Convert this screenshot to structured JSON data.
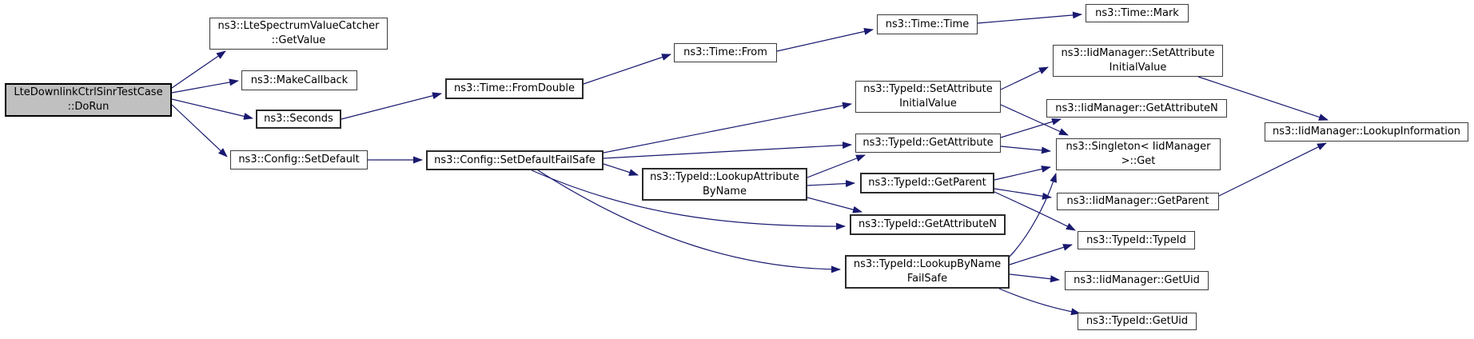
{
  "colors": {
    "edge": "#191970",
    "node_border": "#3c3c3c",
    "node_fill": "#ffffff",
    "highlight_fill": "#c0c0c0",
    "text": "#000000"
  },
  "nodes": {
    "do_run": {
      "label": "LteDownlinkCtrlSinrTestCase\n::DoRun"
    },
    "get_value": {
      "label": "ns3::LteSpectrumValueCatcher\n::GetValue"
    },
    "make_callback": {
      "label": "ns3::MakeCallback"
    },
    "seconds": {
      "label": "ns3::Seconds"
    },
    "set_default": {
      "label": "ns3::Config::SetDefault"
    },
    "set_default_fail_safe": {
      "label": "ns3::Config::SetDefaultFailSafe"
    },
    "from_double": {
      "label": "ns3::Time::FromDouble"
    },
    "time_from": {
      "label": "ns3::Time::From"
    },
    "time_time": {
      "label": "ns3::Time::Time"
    },
    "time_mark": {
      "label": "ns3::Time::Mark"
    },
    "iid_set_attribute_initial_value": {
      "label": "ns3::IidManager::SetAttribute\nInitialValue"
    },
    "typeid_set_attribute_initial_value": {
      "label": "ns3::TypeId::SetAttribute\nInitialValue"
    },
    "iid_get_attribute_n": {
      "label": "ns3::IidManager::GetAttributeN"
    },
    "typeid_get_attribute": {
      "label": "ns3::TypeId::GetAttribute"
    },
    "singleton_get": {
      "label": "ns3::Singleton< IidManager\n>::Get"
    },
    "typeid_get_parent": {
      "label": "ns3::TypeId::GetParent"
    },
    "iid_get_parent": {
      "label": "ns3::IidManager::GetParent"
    },
    "lookup_attribute_by_name": {
      "label": "ns3::TypeId::LookupAttribute\nByName"
    },
    "typeid_get_attribute_n": {
      "label": "ns3::TypeId::GetAttributeN"
    },
    "lookup_by_name_fail_safe": {
      "label": "ns3::TypeId::LookupByName\nFailSafe"
    },
    "typeid_typeid": {
      "label": "ns3::TypeId::TypeId"
    },
    "iid_get_uid": {
      "label": "ns3::IidManager::GetUid"
    },
    "typeid_get_uid": {
      "label": "ns3::TypeId::GetUid"
    },
    "lookup_information": {
      "label": "ns3::IidManager::LookupInformation"
    }
  },
  "edges": [
    {
      "from": "do_run",
      "to": "get_value"
    },
    {
      "from": "do_run",
      "to": "make_callback"
    },
    {
      "from": "do_run",
      "to": "seconds"
    },
    {
      "from": "do_run",
      "to": "set_default"
    },
    {
      "from": "seconds",
      "to": "from_double"
    },
    {
      "from": "from_double",
      "to": "time_from"
    },
    {
      "from": "time_from",
      "to": "time_time"
    },
    {
      "from": "time_time",
      "to": "time_mark"
    },
    {
      "from": "set_default",
      "to": "set_default_fail_safe"
    },
    {
      "from": "set_default_fail_safe",
      "to": "typeid_set_attribute_initial_value"
    },
    {
      "from": "set_default_fail_safe",
      "to": "typeid_get_attribute"
    },
    {
      "from": "set_default_fail_safe",
      "to": "lookup_attribute_by_name"
    },
    {
      "from": "set_default_fail_safe",
      "to": "typeid_get_attribute_n"
    },
    {
      "from": "set_default_fail_safe",
      "to": "lookup_by_name_fail_safe"
    },
    {
      "from": "typeid_set_attribute_initial_value",
      "to": "iid_set_attribute_initial_value"
    },
    {
      "from": "typeid_set_attribute_initial_value",
      "to": "singleton_get"
    },
    {
      "from": "iid_set_attribute_initial_value",
      "to": "lookup_information"
    },
    {
      "from": "typeid_get_attribute",
      "to": "iid_get_attribute_n"
    },
    {
      "from": "typeid_get_attribute",
      "to": "singleton_get"
    },
    {
      "from": "lookup_attribute_by_name",
      "to": "typeid_get_attribute"
    },
    {
      "from": "lookup_attribute_by_name",
      "to": "typeid_get_parent"
    },
    {
      "from": "lookup_attribute_by_name",
      "to": "typeid_get_attribute_n"
    },
    {
      "from": "typeid_get_parent",
      "to": "singleton_get"
    },
    {
      "from": "typeid_get_parent",
      "to": "iid_get_parent"
    },
    {
      "from": "typeid_get_parent",
      "to": "typeid_typeid"
    },
    {
      "from": "iid_get_parent",
      "to": "lookup_information"
    },
    {
      "from": "lookup_by_name_fail_safe",
      "to": "singleton_get"
    },
    {
      "from": "lookup_by_name_fail_safe",
      "to": "typeid_typeid"
    },
    {
      "from": "lookup_by_name_fail_safe",
      "to": "iid_get_uid"
    },
    {
      "from": "lookup_by_name_fail_safe",
      "to": "typeid_get_uid"
    }
  ]
}
